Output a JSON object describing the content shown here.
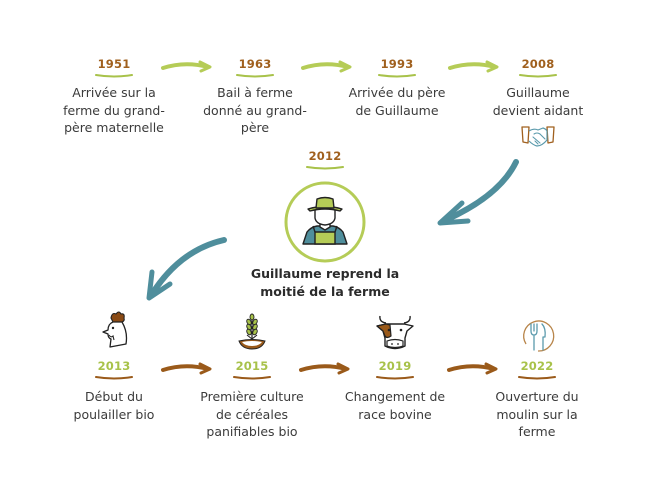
{
  "colors": {
    "top_year": "#a0601e",
    "bottom_year": "#a8c24a",
    "green_arrow": "#b5cc57",
    "brown_arrow": "#9a5a1a",
    "teal_arrow": "#4f8e9c",
    "circle_ring": "#b5cc57"
  },
  "top_row": [
    {
      "year": "1951",
      "label_lines": [
        "Arrivée sur la",
        "ferme du grand-",
        "père maternelle"
      ]
    },
    {
      "year": "1963",
      "label_lines": [
        "Bail à ferme",
        "donné au grand-",
        "père"
      ]
    },
    {
      "year": "1993",
      "label_lines": [
        "Arrivée du père",
        "de Guillaume"
      ]
    },
    {
      "year": "2008",
      "label_lines": [
        "Guillaume",
        "devient aidant"
      ],
      "icon": "handshake-icon"
    }
  ],
  "center": {
    "year": "2012",
    "icon": "farmer-icon",
    "label_lines": [
      "Guillaume reprend la",
      "moitié de la ferme"
    ]
  },
  "bottom_row": [
    {
      "year": "2013",
      "icon": "rooster-icon",
      "label_lines": [
        "Début du",
        "poulailler bio"
      ]
    },
    {
      "year": "2015",
      "icon": "wheat-sprout-icon",
      "label_lines": [
        "Première culture",
        "de céréales",
        "panifiables bio"
      ]
    },
    {
      "year": "2019",
      "icon": "cow-icon",
      "label_lines": [
        "Changement de",
        "race bovine"
      ]
    },
    {
      "year": "2022",
      "icon": "fork-knife-plate-icon",
      "label_lines": [
        "Ouverture du",
        "moulin sur la",
        "ferme"
      ]
    }
  ]
}
